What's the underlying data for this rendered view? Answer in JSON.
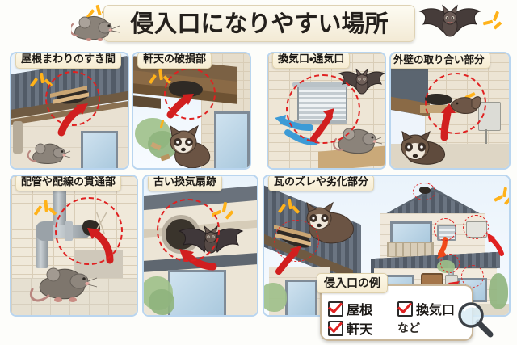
{
  "page": {
    "title": "侵入口になりやすい場所",
    "background_color": "#fdfdfa",
    "accent_color": "#e02121",
    "banner_color": "#f6ecd2",
    "panel_border_color": "#b9d5ef"
  },
  "header": {
    "title": "侵入口になりやすい場所",
    "left_icon": "mouse-icon",
    "right_icon": "bat-icon",
    "spark_icon": "spark-icon"
  },
  "panels": [
    {
      "id": "roof-gap",
      "title": "屋根まわりのすき間",
      "animals": [
        "mouse-icon"
      ],
      "markers": [
        "red-dashed-circle",
        "red-arrow",
        "yellow-spark"
      ]
    },
    {
      "id": "eaves-damage",
      "title": "軒天の破損部",
      "animals": [
        "raccoon-icon"
      ],
      "markers": [
        "red-dashed-circle",
        "red-arrow",
        "yellow-spark"
      ]
    },
    {
      "id": "vent-opening",
      "title": "換気口・通気口",
      "animals": [
        "bat-icon",
        "mouse-icon"
      ],
      "markers": [
        "red-dashed-circle",
        "red-arrow",
        "blue-arrow"
      ]
    },
    {
      "id": "wall-joint",
      "title": "外壁の取り合い部分",
      "animals": [
        "badger-icon",
        "squirrel-icon"
      ],
      "markers": [
        "red-dashed-circle",
        "red-arrow",
        "yellow-spark"
      ]
    },
    {
      "id": "pipe-penetration",
      "title": "配管や配線の貫通部",
      "animals": [
        "mouse-icon"
      ],
      "markers": [
        "red-dashed-circle",
        "red-arrow",
        "yellow-spark"
      ]
    },
    {
      "id": "old-fan-hole",
      "title": "古い換気扇跡",
      "animals": [
        "bat-icon"
      ],
      "markers": [
        "red-dashed-circle",
        "red-arrow",
        "yellow-spark"
      ]
    },
    {
      "id": "tile-displacement",
      "title": "瓦のズレや劣化部分",
      "animals": [
        "raccoon-icon"
      ],
      "markers": [
        "red-dashed-circle",
        "red-arrow",
        "yellow-spark",
        "house-overview"
      ]
    }
  ],
  "legend": {
    "title": "侵入口の例",
    "items": [
      {
        "label": "屋根",
        "checked": true
      },
      {
        "label": "換気口",
        "checked": true
      },
      {
        "label": "軒天",
        "checked": true
      }
    ],
    "etc_label": "など",
    "icon": "magnifier-icon"
  }
}
